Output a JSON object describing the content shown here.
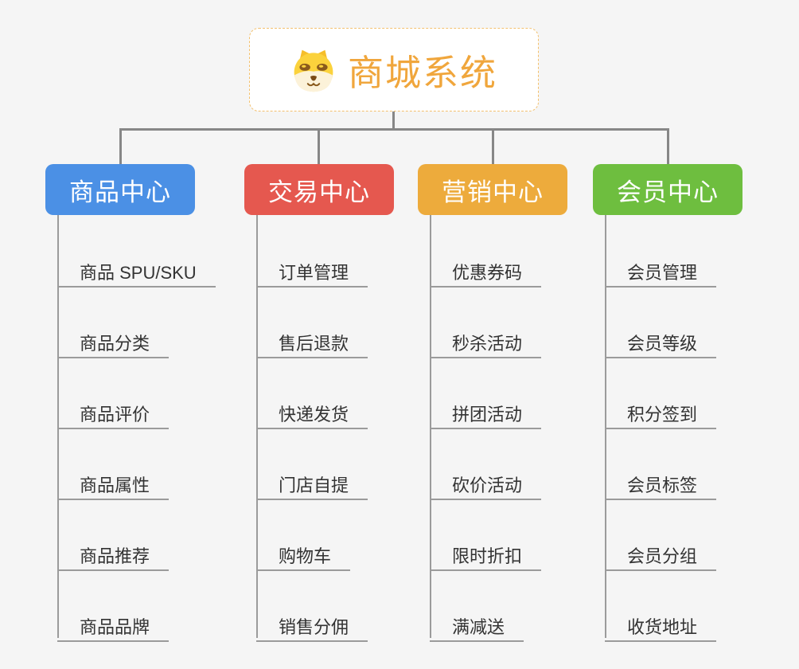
{
  "root": {
    "title": "商城系统",
    "icon": "dog-face-icon",
    "text_color": "#F0A63C",
    "border_color": "#F3C06E"
  },
  "branches": [
    {
      "label": "商品中心",
      "color": "#4B90E5",
      "items": [
        "商品 SPU/SKU",
        "商品分类",
        "商品评价",
        "商品属性",
        "商品推荐",
        "商品品牌"
      ]
    },
    {
      "label": "交易中心",
      "color": "#E5584F",
      "items": [
        "订单管理",
        "售后退款",
        "快递发货",
        "门店自提",
        "购物车",
        "销售分佣"
      ]
    },
    {
      "label": "营销中心",
      "color": "#EDAB3C",
      "items": [
        "优惠券码",
        "秒杀活动",
        "拼团活动",
        "砍价活动",
        "限时折扣",
        "满减送"
      ]
    },
    {
      "label": "会员中心",
      "color": "#6EBE3F",
      "items": [
        "会员管理",
        "会员等级",
        "积分签到",
        "会员标签",
        "会员分组",
        "收货地址"
      ]
    }
  ],
  "style_colors": {
    "background": "#F5F5F5",
    "connector": "#878787",
    "underline": "#9B9B9B",
    "item_text": "#333333"
  }
}
